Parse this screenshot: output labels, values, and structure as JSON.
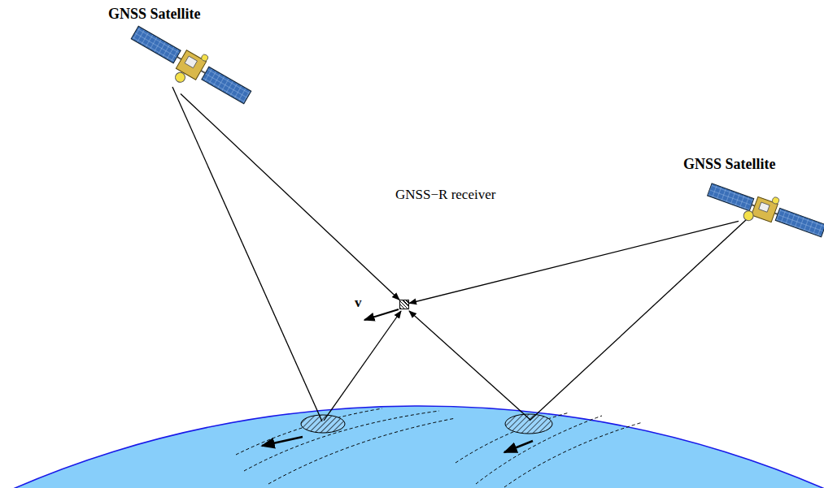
{
  "diagram": {
    "nodes": [
      {
        "text": [
          "GNSS Satellite"
        ]
      },
      {
        "text": [
          "GNSS−R receiver"
        ]
      },
      {
        "text": [
          "GNSS Satellite"
        ]
      }
    ],
    "edges": [
      {
        "from": 0,
        "to": 1,
        "arrow": "to"
      },
      {
        "from": 2,
        "to": 1,
        "arrow": "to"
      }
    ],
    "labels": [
      "v"
    ]
  }
}
